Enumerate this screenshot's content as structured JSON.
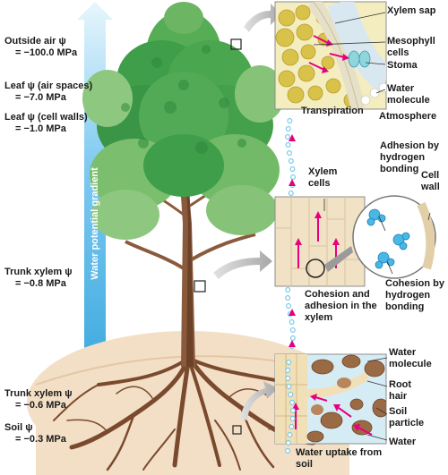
{
  "gradient_label": "Water potential gradient",
  "potentials": [
    {
      "name": "Outside air ψ",
      "value": "= −100.0 MPa"
    },
    {
      "name": "Leaf ψ (air spaces)",
      "value": "= −7.0 MPa"
    },
    {
      "name": "Leaf ψ (cell walls)",
      "value": "= −1.0 MPa"
    },
    {
      "name": "Trunk xylem ψ",
      "value": "= −0.8 MPa"
    },
    {
      "name": "Trunk xylem ψ",
      "value": "= −0.6 MPa"
    },
    {
      "name": "Soil ψ",
      "value": "= −0.3 MPa"
    }
  ],
  "leaf_panel": {
    "xylem_sap": "Xylem sap",
    "mesophyll_cells": "Mesophyll cells",
    "stoma": "Stoma",
    "water_molecule": "Water molecule",
    "atmosphere": "Atmosphere",
    "transpiration": "Transpiration"
  },
  "xylem_panel": {
    "xylem_cells": "Xylem cells",
    "adhesion": "Adhesion by hydrogen bonding",
    "cell_wall": "Cell wall",
    "cohesion": "Cohesion by hydrogen bonding",
    "cohesion_adhesion": "Cohesion and adhesion in the xylem"
  },
  "root_panel": {
    "water_molecule": "Water molecule",
    "root_hair": "Root hair",
    "soil_particle": "Soil particle",
    "water": "Water",
    "water_uptake": "Water uptake from soil"
  },
  "colors": {
    "gradient_top": "#ffffff",
    "gradient_bottom": "#1f9ad6",
    "foliage": "#3f9e4a",
    "trunk": "#8a5a3c",
    "soil": "#f2dcc0",
    "water_dot": "#6ec6e8",
    "arrow": "#e6007e"
  }
}
